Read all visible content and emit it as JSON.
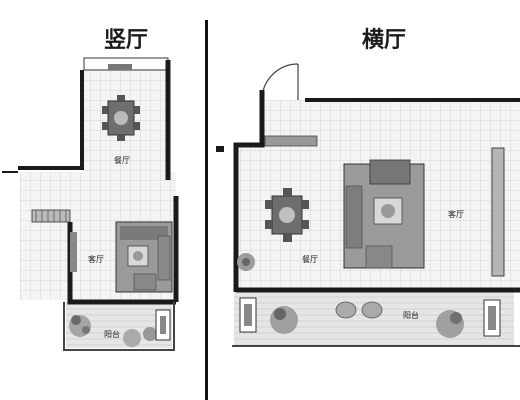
{
  "titles": {
    "left": "竖厅",
    "right": "横厅"
  },
  "labels": {
    "dining": "餐厅",
    "living": "客厅",
    "balcony": "阳台"
  },
  "colors": {
    "wall": "#1a1a1a",
    "floor": "#f4f4f4",
    "grid": "#cfcfcf",
    "furniture": "#8a8a8a",
    "plant": "#9a9a9a"
  }
}
